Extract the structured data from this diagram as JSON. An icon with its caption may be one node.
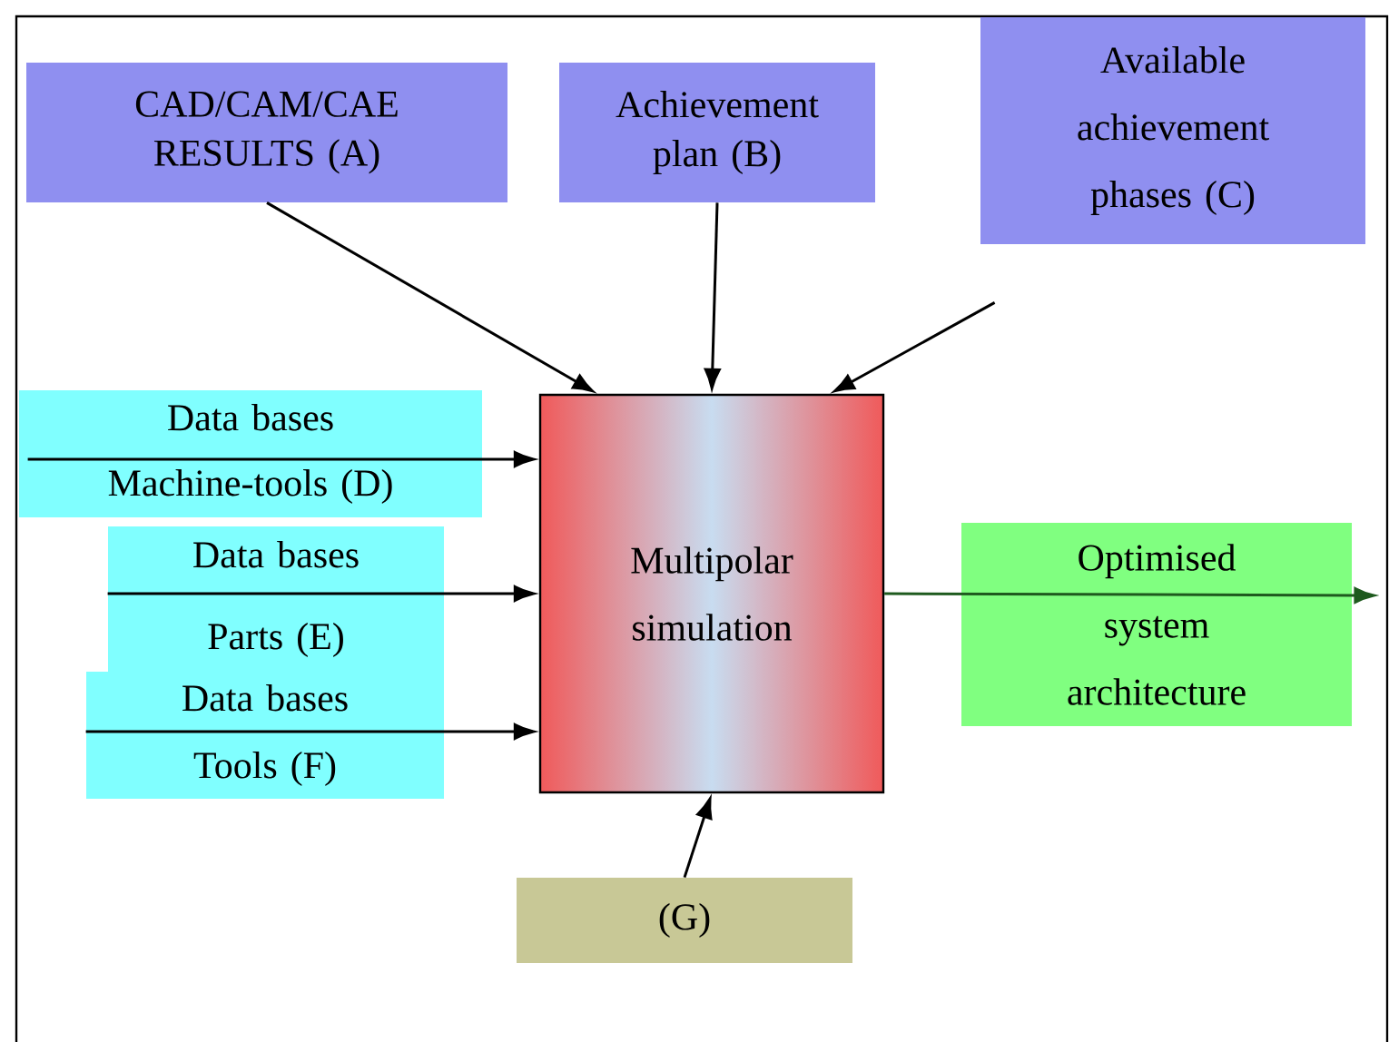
{
  "diagram": {
    "nodes": [
      {
        "text": [
          "CAD/CAM/CAE RESULTS (A)"
        ]
      },
      {
        "text": [
          "Achievement plan (B)"
        ]
      },
      {
        "text": [
          "Available achievement phases (C)"
        ]
      },
      {
        "text": [
          "Data bases",
          "Machine-tools (D)"
        ]
      },
      {
        "text": [
          "Data bases",
          "Parts (E)"
        ]
      },
      {
        "text": [
          "Data bases",
          "Tools (F)"
        ]
      },
      {
        "text": [
          "Multipolar simulation"
        ]
      },
      {
        "text": [
          "Optimised system architecture"
        ]
      },
      {
        "text": [
          "(G)"
        ]
      }
    ],
    "edges": [
      {
        "from": 0,
        "to": 6,
        "arrow": "to"
      },
      {
        "from": 1,
        "to": 6,
        "arrow": "to"
      },
      {
        "from": 2,
        "to": 6,
        "arrow": "to"
      },
      {
        "from": 3,
        "to": 6,
        "arrow": "to"
      },
      {
        "from": 4,
        "to": 6,
        "arrow": "to"
      },
      {
        "from": 5,
        "to": 6,
        "arrow": "to"
      },
      {
        "from": 6,
        "to": 7,
        "arrow": "to",
        "color": "#1e5a1e"
      },
      {
        "from": 8,
        "to": 6,
        "arrow": "to"
      }
    ]
  }
}
